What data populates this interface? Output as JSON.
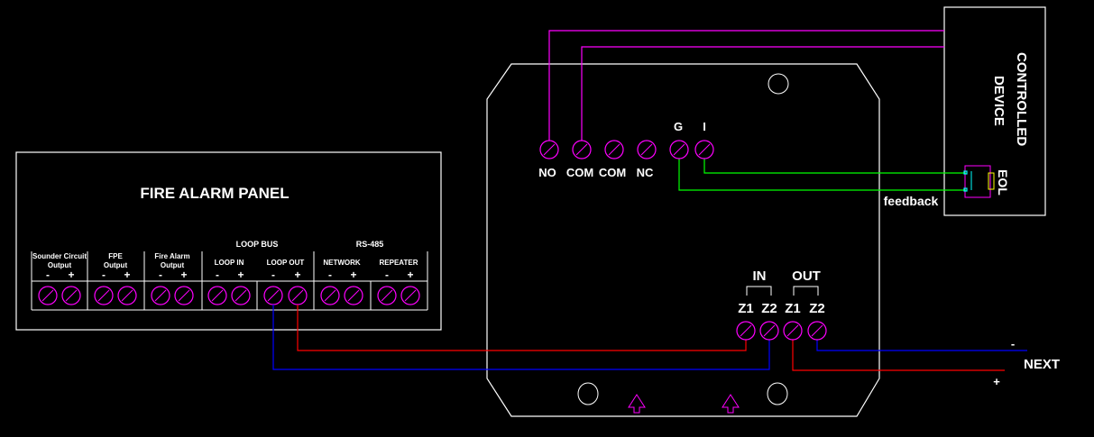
{
  "panel": {
    "title": "FIRE ALARM PANEL",
    "group_loop_bus": "LOOP BUS",
    "group_rs485": "RS-485",
    "sections": [
      {
        "line1": "Sounder Circuit",
        "line2": "Output"
      },
      {
        "line1": "FPE",
        "line2": "Output"
      },
      {
        "line1": "Fire Alarm",
        "line2": "Output"
      },
      {
        "line1": "LOOP IN",
        "line2": ""
      },
      {
        "line1": "LOOP OUT",
        "line2": ""
      },
      {
        "line1": "NETWORK",
        "line2": ""
      },
      {
        "line1": "REPEATER",
        "line2": ""
      }
    ],
    "minus": "-",
    "plus": "+"
  },
  "module": {
    "relay_terminals": [
      "NO",
      "COM",
      "COM",
      "NC"
    ],
    "feedback_terminals": [
      "G",
      "I"
    ],
    "zone_in": "IN",
    "zone_out": "OUT",
    "zone_terminals": [
      "Z1",
      "Z2",
      "Z1",
      "Z2"
    ]
  },
  "device": {
    "line1": "CONTROLLED",
    "line2": "DEVICE",
    "eol": "EOL",
    "feedback": "feedback"
  },
  "next": {
    "label": "NEXT",
    "minus": "-",
    "plus": "+"
  },
  "colors": {
    "terminal": "#ff00ff",
    "outline": "#ffffff",
    "wire_positive": "#ff0000",
    "wire_negative": "#0000ff",
    "wire_feedback": "#00ff00",
    "wire_relay": "#ff00ff",
    "resistor": "#ffff00",
    "contact": "#00ffff"
  }
}
